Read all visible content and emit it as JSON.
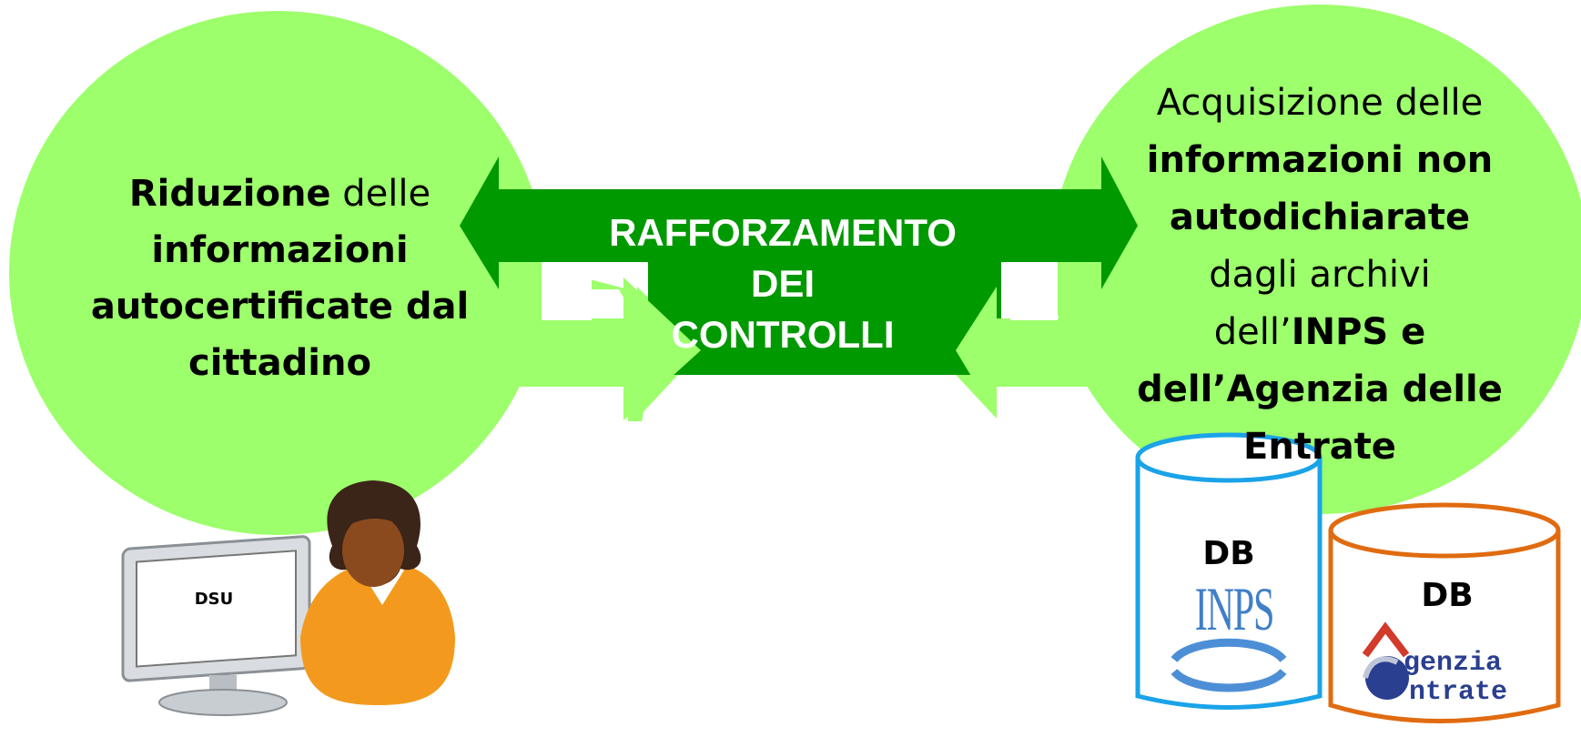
{
  "left_circle": {
    "w_riduzione": "Riduzione",
    "w_delle": "delle",
    "w_informazioni": "informazioni",
    "w_autocertificate": "autocertificate dal",
    "w_cittadino": "cittadino"
  },
  "center": {
    "line1": "RAFFORZAMENTO",
    "line2": "DEI",
    "line3": "CONTROLLI"
  },
  "right_circle": {
    "l1": "Acquisizione delle",
    "l2": "informazioni non",
    "l3": "autodichiarate",
    "l4": "dagli archivi",
    "l5a": "dell’",
    "l5b": "INPS e",
    "l6": "dell’Agenzia delle",
    "l7": "Entrate"
  },
  "monitor": {
    "label": "DSU"
  },
  "db_inps": {
    "label": "DB",
    "logo": "INPS"
  },
  "db_agenzia": {
    "label": "DB",
    "logo_top": "genzia",
    "logo_bottom": "ntrate"
  },
  "colors": {
    "light_green": "#9cff6b",
    "dark_green": "#009900",
    "inps_blue": "#1aa3e8",
    "agenzia_orange": "#e06b10"
  }
}
